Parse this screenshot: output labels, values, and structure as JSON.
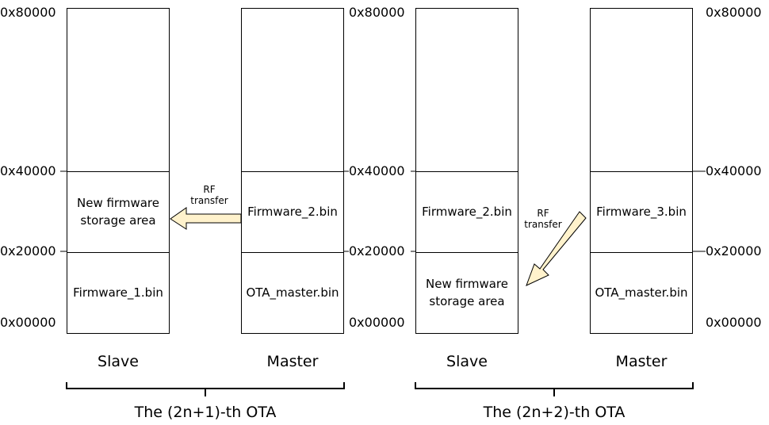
{
  "addresses": [
    "0x80000",
    "0x40000",
    "0x20000",
    "0x00000"
  ],
  "groups": [
    {
      "title": "The (2n+1)-th OTA",
      "slave": {
        "label": "Slave",
        "mid": "New firmware\nstorage area",
        "low": "Firmware_1.bin"
      },
      "master": {
        "label": "Master",
        "mid": "Firmware_2.bin",
        "low": "OTA_master.bin"
      },
      "transfer": "RF\ntransfer"
    },
    {
      "title": "The (2n+2)-th OTA",
      "slave": {
        "label": "Slave",
        "mid": "Firmware_2.bin",
        "low": "New firmware\nstorage area"
      },
      "master": {
        "label": "Master",
        "mid": "Firmware_3.bin",
        "low": "OTA_master.bin"
      },
      "transfer": "RF\ntransfer"
    }
  ],
  "colors": {
    "arrow_fill": "#fff2cc",
    "arrow_stroke": "#000000",
    "line": "#000000"
  }
}
